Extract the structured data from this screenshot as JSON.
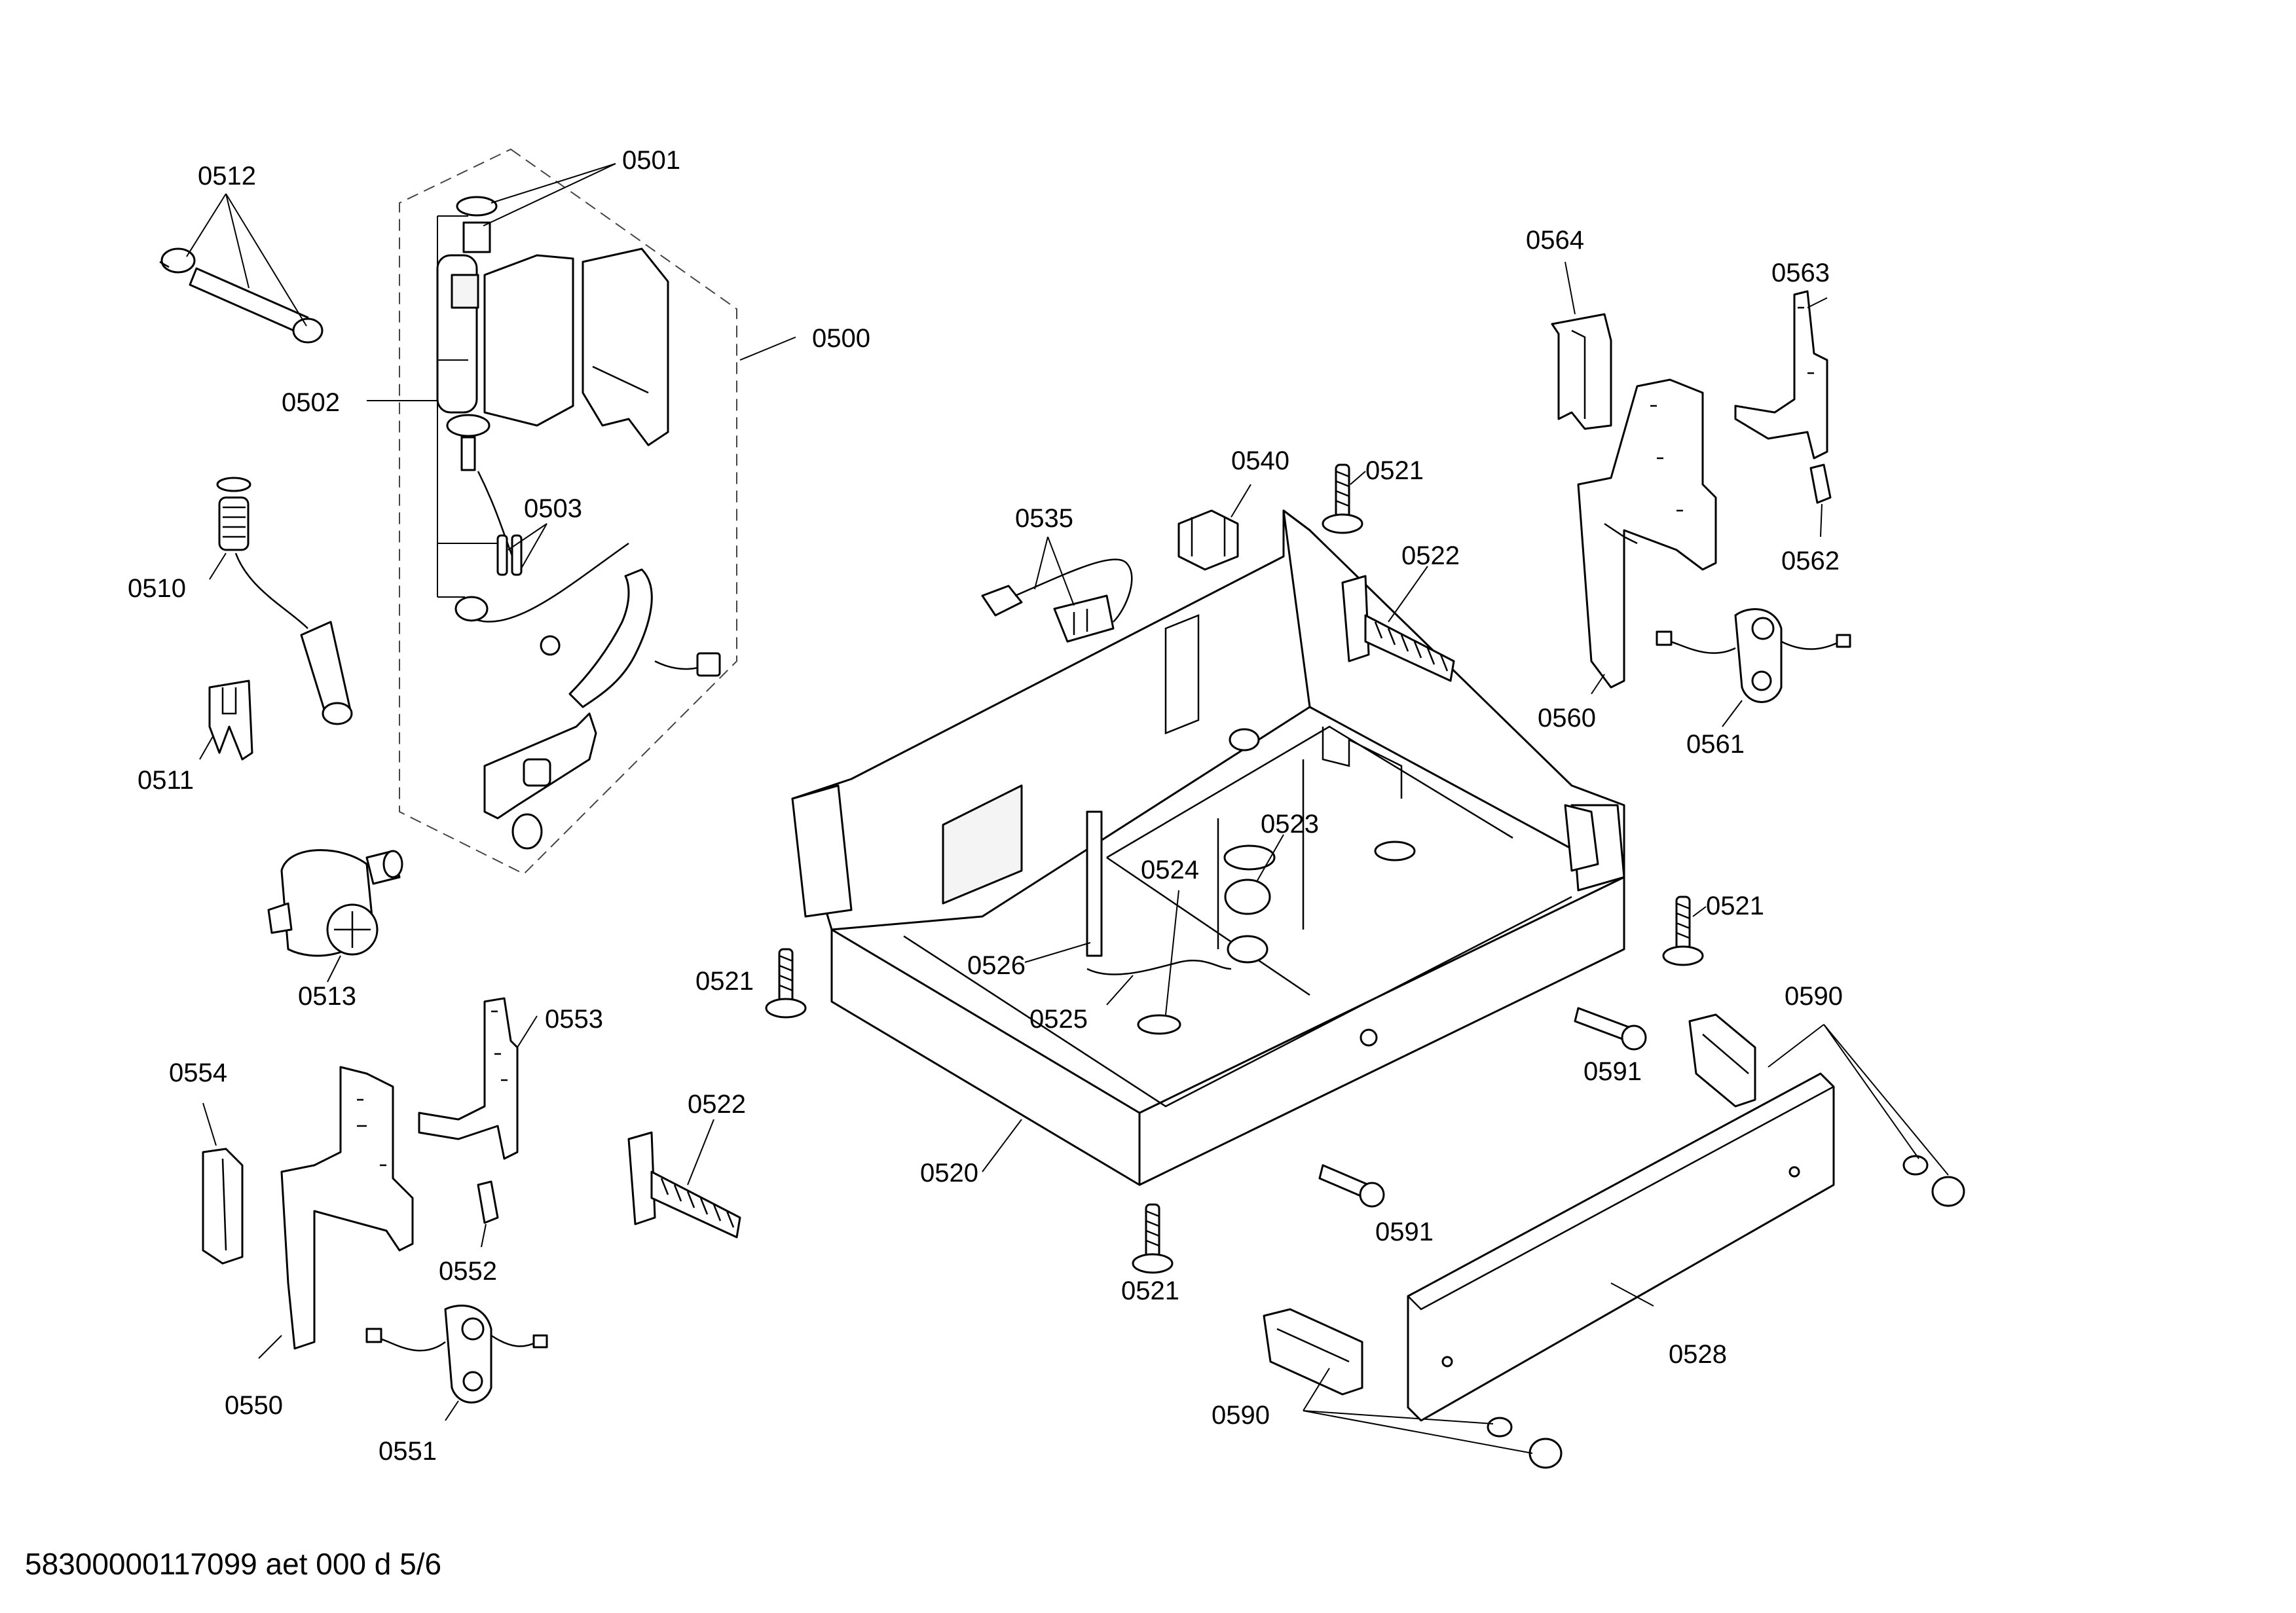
{
  "labels": {
    "p0500": "0500",
    "p0501": "0501",
    "p0502": "0502",
    "p0503": "0503",
    "p0510": "0510",
    "p0511": "0511",
    "p0512": "0512",
    "p0513": "0513",
    "p0520": "0520",
    "p0521": "0521",
    "p0522": "0522",
    "p0523": "0523",
    "p0524": "0524",
    "p0525": "0525",
    "p0526": "0526",
    "p0528": "0528",
    "p0535": "0535",
    "p0540": "0540",
    "p0550": "0550",
    "p0551": "0551",
    "p0552": "0552",
    "p0553": "0553",
    "p0554": "0554",
    "p0560": "0560",
    "p0561": "0561",
    "p0562": "0562",
    "p0563": "0563",
    "p0564": "0564",
    "p0590": "0590",
    "p0591": "0591"
  },
  "footer": {
    "code": "58300000117099 aet 000 d 5/6"
  }
}
